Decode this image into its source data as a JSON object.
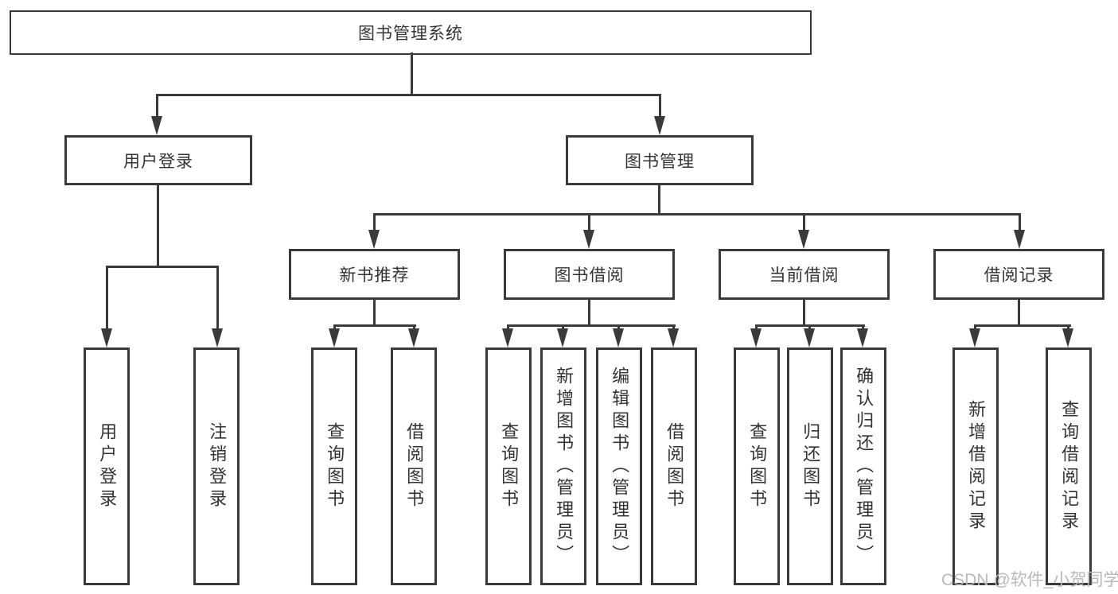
{
  "diagram": {
    "title": "图书管理系统",
    "level2": [
      "用户登录",
      "图书管理"
    ],
    "level3": [
      "新书推荐",
      "图书借阅",
      "当前借阅",
      "借阅记录"
    ],
    "leaves": {
      "user_login": [
        "用户登录",
        "注销登录"
      ],
      "new_book": [
        "查询图书",
        "借阅图书"
      ],
      "book_borrow": [
        "查询图书",
        "新增图书（管理员）",
        "编辑图书（管理员）",
        "借阅图书"
      ],
      "current_borrow": [
        "查询图书",
        "归还图书",
        "确认归还（管理员）"
      ],
      "borrow_record": [
        "新增借阅记录",
        "查询借阅记录"
      ]
    }
  },
  "watermark": "CSDN @软件_小贺同学",
  "colors": {
    "line": "#3a3a3a",
    "text": "#333333",
    "watermark": "#b9b9b9",
    "background": "#ffffff"
  }
}
